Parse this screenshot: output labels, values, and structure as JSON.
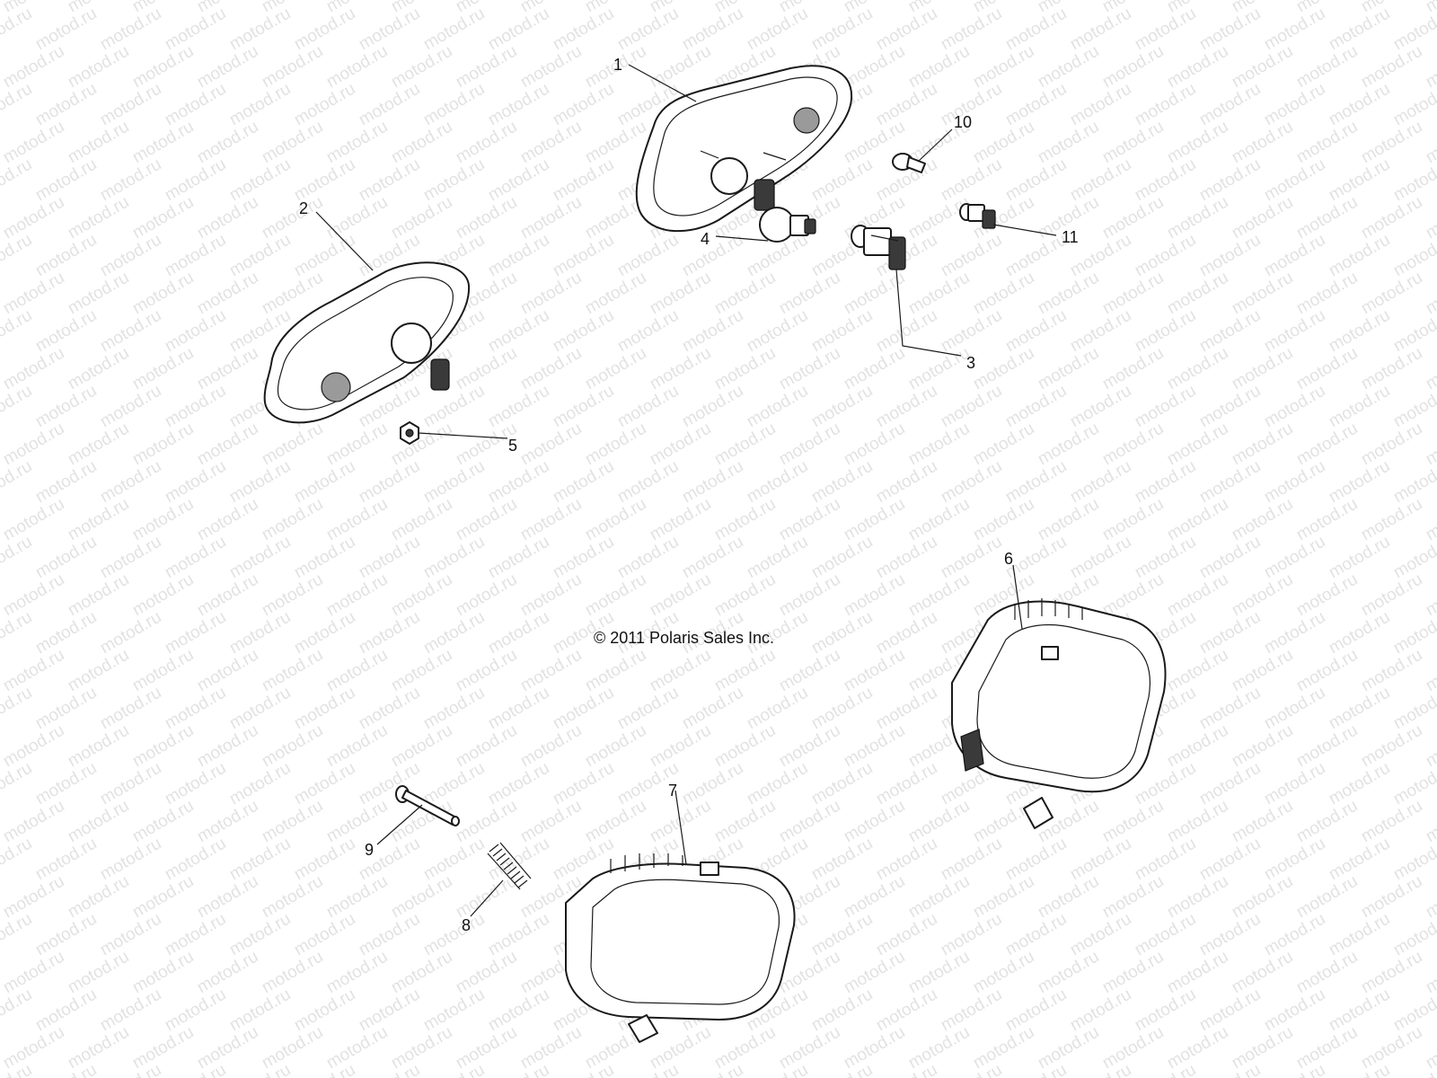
{
  "diagram": {
    "watermark_text": "motod.ru",
    "copyright": "© 2011 Polaris Sales Inc.",
    "callouts": [
      {
        "id": "1",
        "label": "1"
      },
      {
        "id": "2",
        "label": "2"
      },
      {
        "id": "3",
        "label": "3"
      },
      {
        "id": "4",
        "label": "4"
      },
      {
        "id": "5",
        "label": "5"
      },
      {
        "id": "6",
        "label": "6"
      },
      {
        "id": "7",
        "label": "7"
      },
      {
        "id": "8",
        "label": "8"
      },
      {
        "id": "9",
        "label": "9"
      },
      {
        "id": "10",
        "label": "10"
      },
      {
        "id": "11",
        "label": "11"
      }
    ],
    "colors": {
      "ink": "#1a1a1a",
      "watermark": "#e2e2e2",
      "background": "#ffffff"
    }
  }
}
